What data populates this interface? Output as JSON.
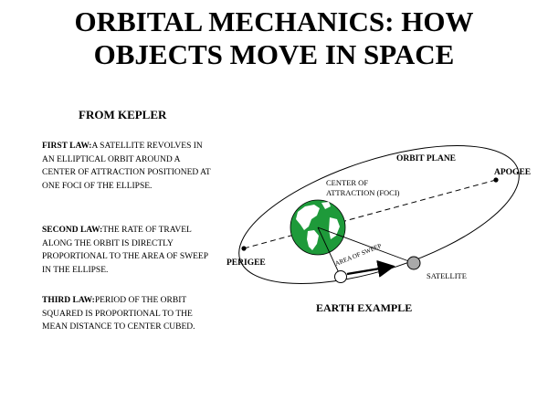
{
  "slide": {
    "title_line1": "ORBITAL MECHANICS: HOW",
    "title_line2": "OBJECTS MOVE IN SPACE",
    "subtitle": "FROM KEPLER"
  },
  "laws": [
    {
      "label": "FIRST LAW:",
      "text": "A SATELLITE REVOLVES IN AN ELLIPTICAL ORBIT AROUND A CENTER OF ATTRACTION POSITIONED AT ONE FOCI OF THE ELLIPSE."
    },
    {
      "label": "SECOND LAW:",
      "text": "THE RATE OF TRAVEL ALONG THE ORBIT IS DIRECTLY PROPORTIONAL TO THE AREA  OF SWEEP IN THE ELLIPSE."
    },
    {
      "label": "THIRD LAW:",
      "text": "PERIOD OF THE ORBIT SQUARED IS PROPORTIONAL TO THE MEAN DISTANCE TO CENTER CUBED."
    }
  ],
  "diagram": {
    "orbit_plane": "ORBIT PLANE",
    "apogee": "APOGEE",
    "perigee": "PERIGEE",
    "center_line1": "CENTER OF",
    "center_line2": "ATTRACTION (FOCI)",
    "area_of_sweep": "AREA OF SWEEP",
    "satellite": "SATELLITE",
    "caption": "EARTH EXAMPLE",
    "colors": {
      "earth_ocean": "#1e9a3a",
      "earth_land": "#ffffff",
      "satellite": "#a9a9a9",
      "line": "#000000"
    }
  }
}
